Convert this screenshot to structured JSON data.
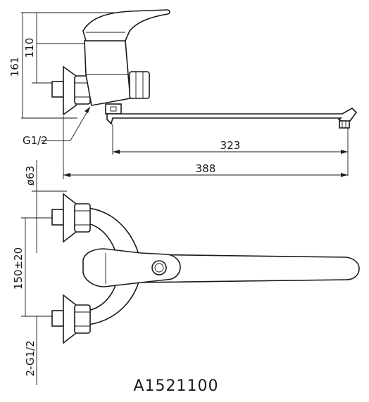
{
  "drawing": {
    "model_code": "A1521100",
    "dimensions": {
      "overall_height": "161",
      "body_height": "110",
      "thread_size": "G1/2",
      "spout_reach": "323",
      "overall_length": "388",
      "flange_diameter": "ø63",
      "center_distance": "150±20",
      "inlet_threads": "2-G1/2"
    }
  }
}
